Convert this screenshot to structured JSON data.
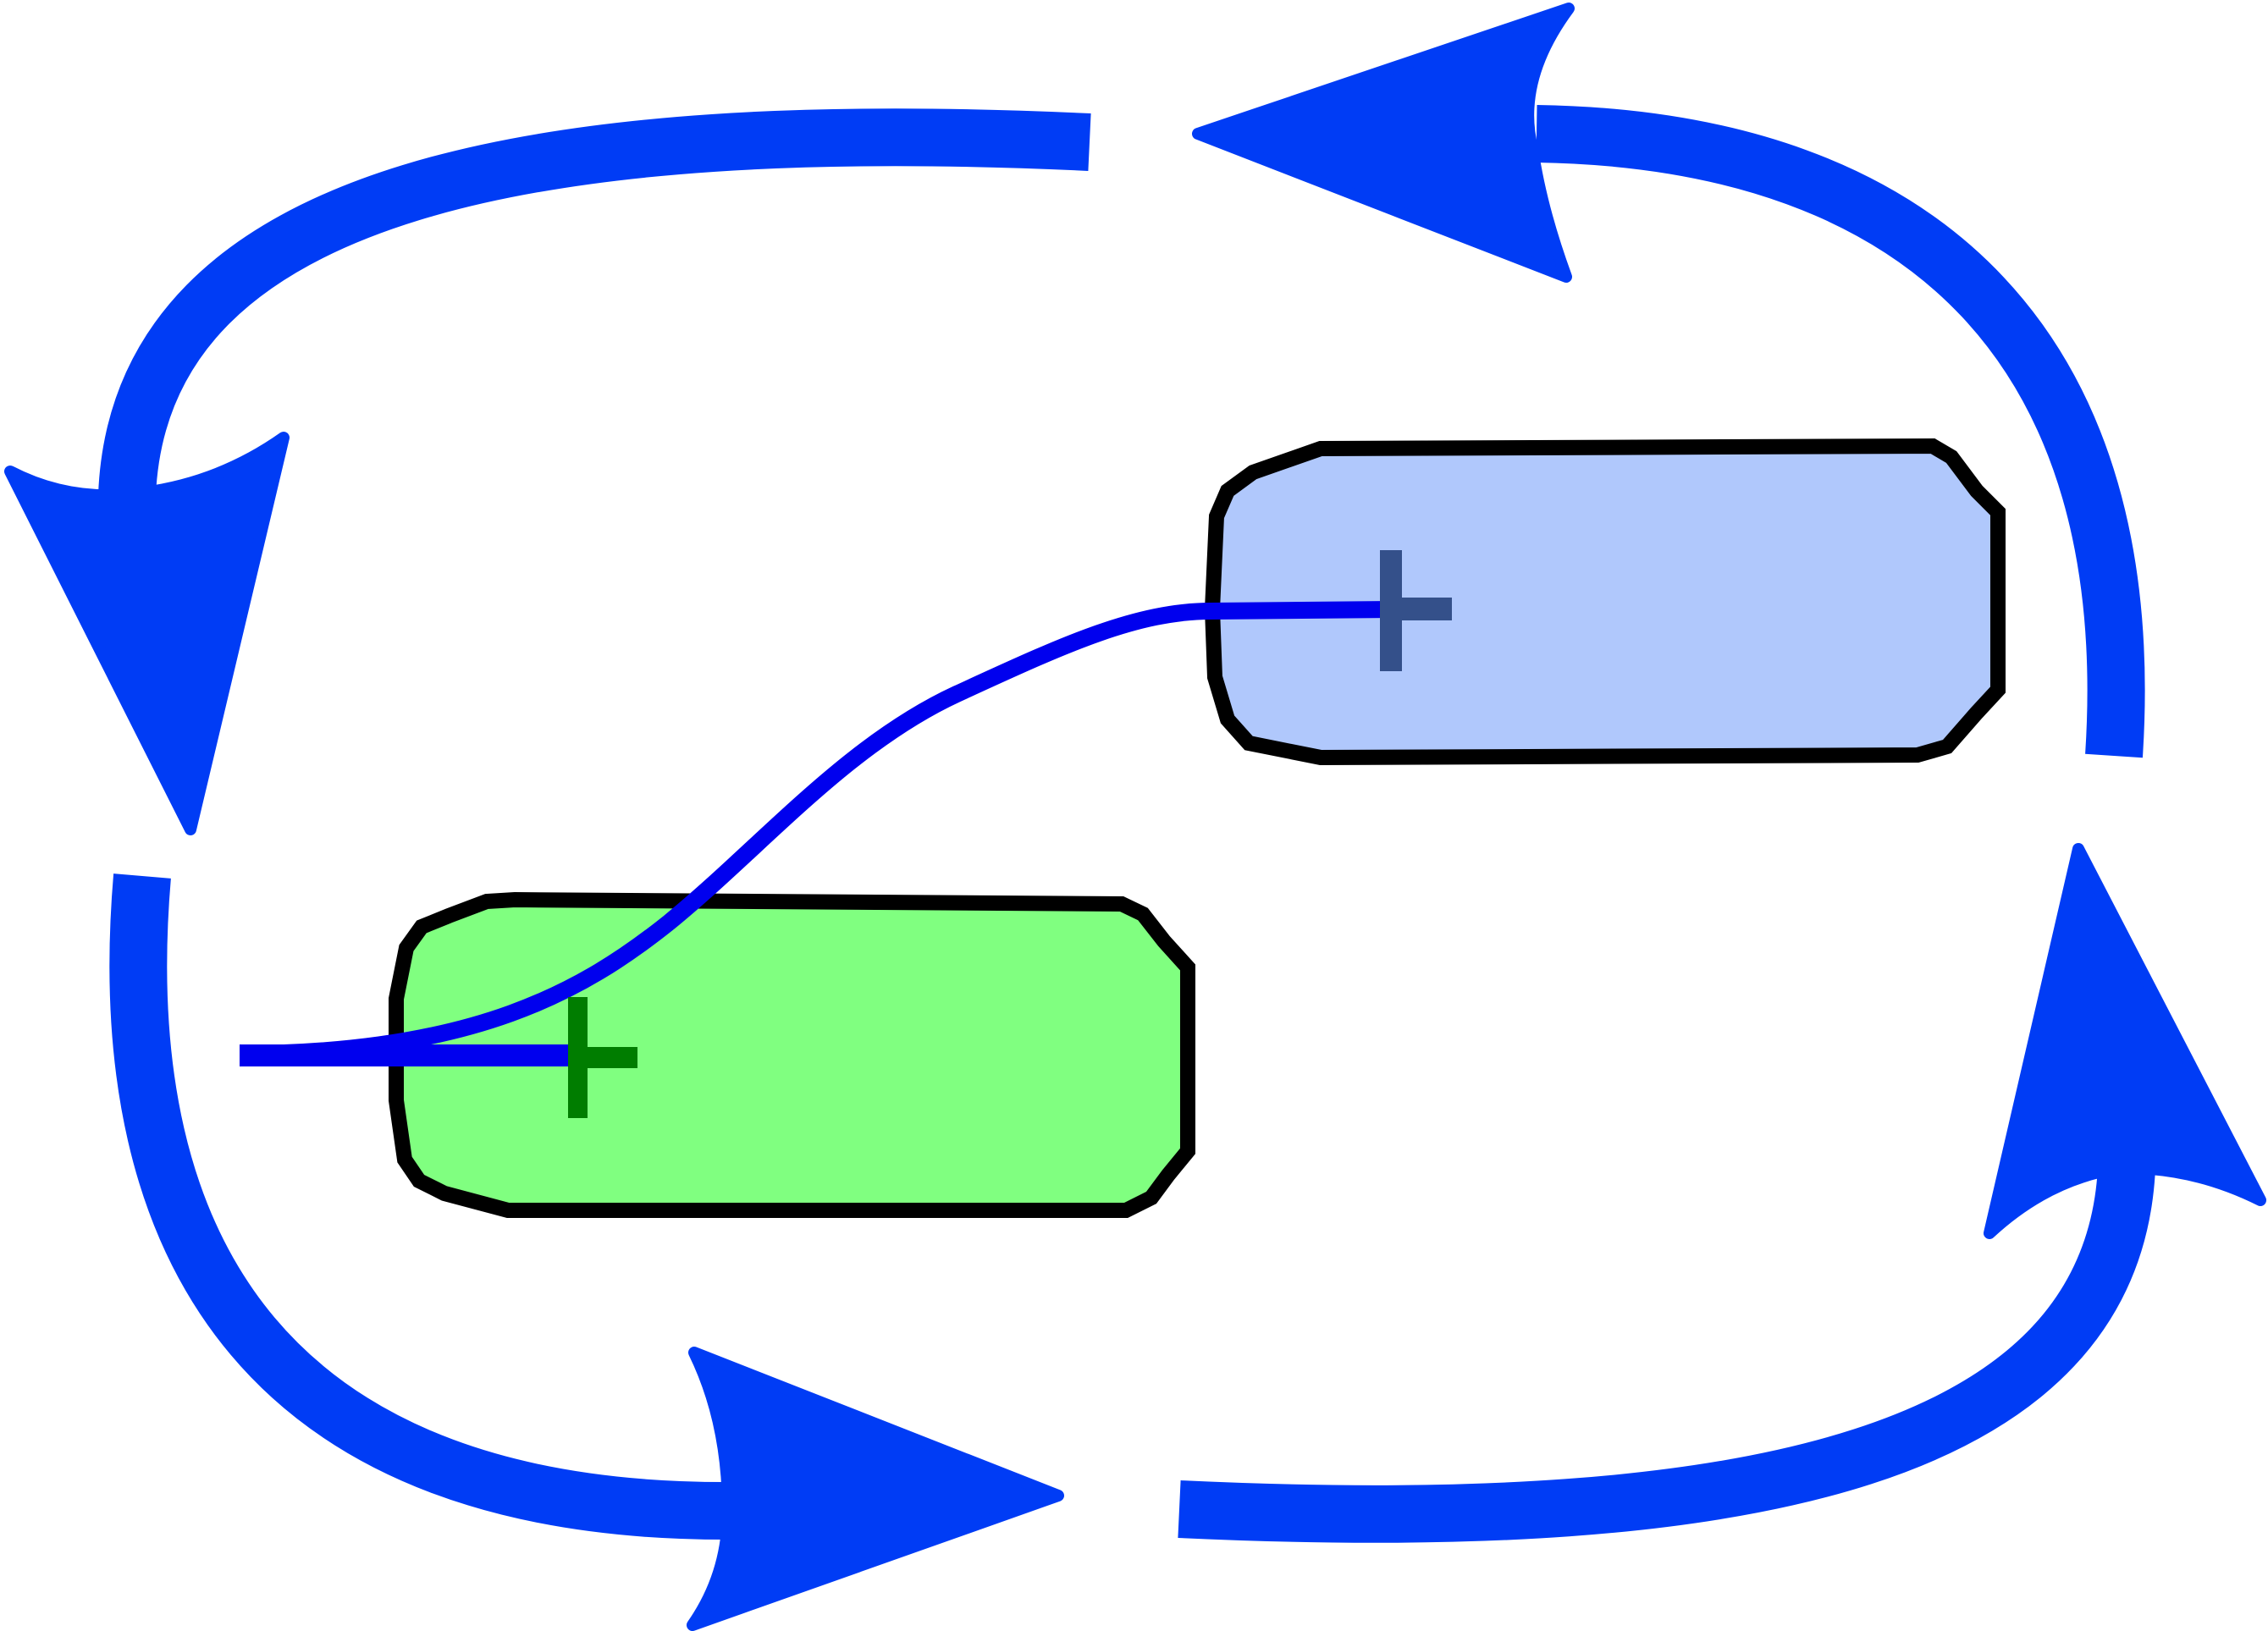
{
  "diagram": {
    "cycle_arrow_color": "#003cf5",
    "path_line_color": "#0000ee",
    "outline_color": "#000000",
    "boxes": [
      {
        "id": "start",
        "fill_color": "#80ff80",
        "marker_icon": "plus-icon",
        "marker_color": "#007d00"
      },
      {
        "id": "goal",
        "fill_color": "#b0c8fc",
        "marker_icon": "plus-icon",
        "marker_color": "#34508a"
      }
    ],
    "cycle_arrows": [
      {
        "direction": "right-to-left",
        "position": "top"
      },
      {
        "direction": "top-to-bottom",
        "position": "left"
      },
      {
        "direction": "left-to-right",
        "position": "bottom"
      },
      {
        "direction": "bottom-to-top",
        "position": "right"
      }
    ]
  }
}
